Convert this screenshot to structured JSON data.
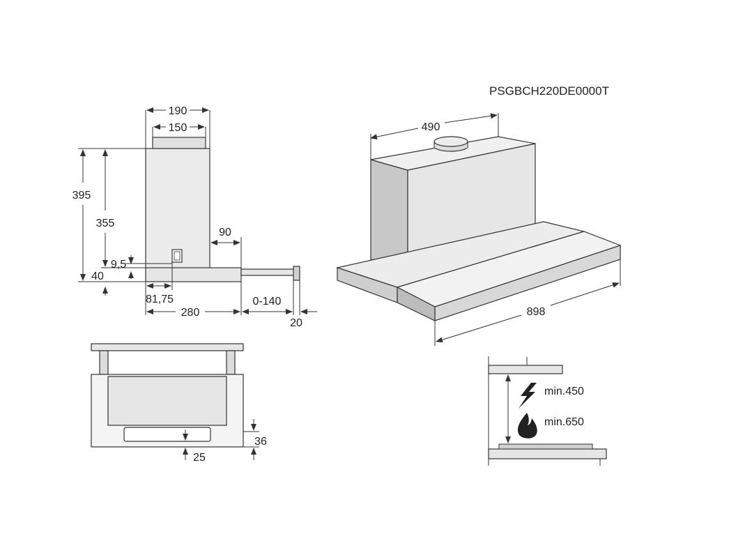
{
  "model_code": "PSGBCH220DE0000T",
  "side_view": {
    "width_outer": "190",
    "width_inner": "150",
    "height_total": "395",
    "height_body": "355",
    "depth_front": "90",
    "offset_small": "9,5",
    "bottom_height": "40",
    "offset_light": "81,75",
    "depth_base": "280",
    "extension": "0-140",
    "handle": "20"
  },
  "perspective_view": {
    "depth": "490",
    "width": "898"
  },
  "front_view": {
    "bottom_gap": "36",
    "light_offset": "25"
  },
  "clearance": {
    "electric": "min.450",
    "gas": "min.650"
  },
  "colors": {
    "stroke": "#333333",
    "fill_grey": "#e8e8e8",
    "fill_dark": "#bdbdbd"
  }
}
